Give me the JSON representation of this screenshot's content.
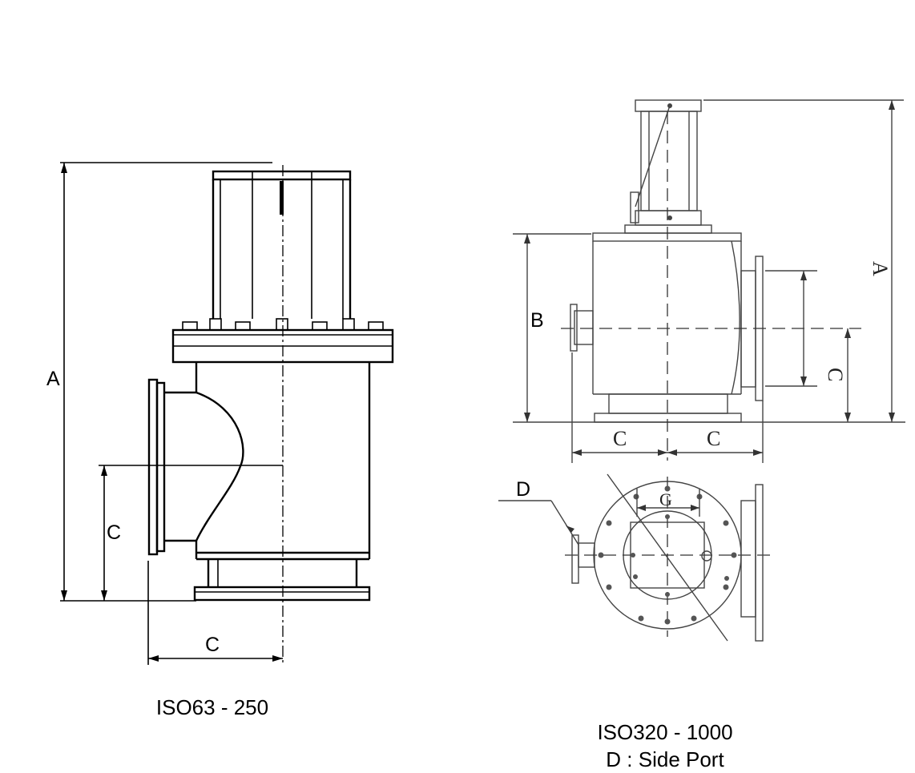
{
  "left_drawing": {
    "dimension_labels": {
      "a": "A",
      "c_vertical": "C",
      "c_horizontal": "C"
    },
    "caption": "ISO63 - 250"
  },
  "right_drawing": {
    "dimension_labels": {
      "b": "B",
      "a_rotated": "A",
      "c_rotated": "C",
      "c_bottom_left": "C",
      "c_bottom_right": "C",
      "d": "D",
      "g": "G"
    },
    "caption_line1": "ISO320 - 1000",
    "caption_line2": "D : Side Port"
  }
}
